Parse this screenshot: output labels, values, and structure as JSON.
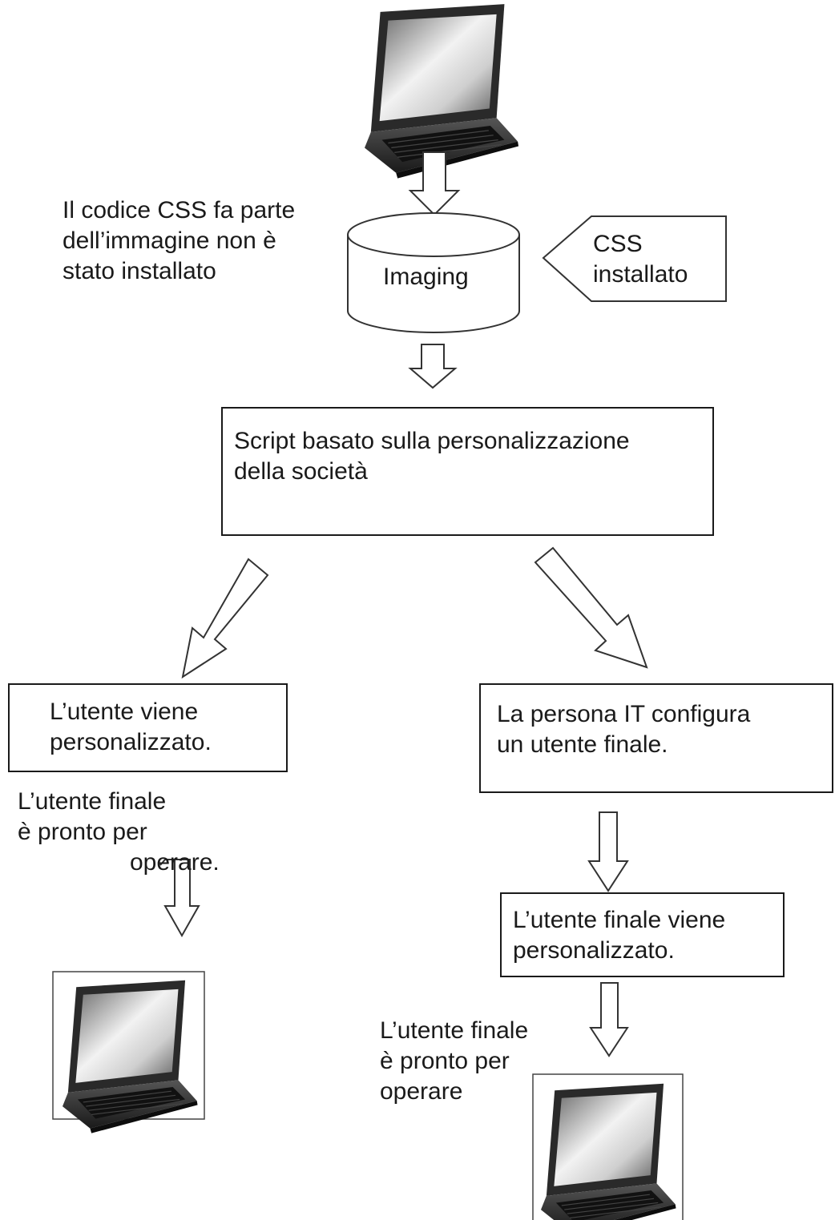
{
  "diagram": {
    "note_css_in_image": [
      "Il codice CSS fa parte",
      "dell’immagine non è",
      "stato installato"
    ],
    "imaging_label": "Imaging",
    "css_installed": [
      "CSS",
      "installato"
    ],
    "script_box": [
      "Script basato sulla personalizzazione",
      "della società"
    ],
    "left_box": [
      "L’utente viene",
      "personalizzato."
    ],
    "left_ready": [
      "L’utente finale",
      "è pronto per",
      "operare."
    ],
    "right_box": [
      "La persona IT configura",
      "un utente finale."
    ],
    "right_box2": [
      "L’utente finale viene",
      "personalizzato."
    ],
    "right_ready": [
      "L’utente finale",
      "è pronto per",
      "operare"
    ]
  },
  "icons": [
    "laptop-icon",
    "database-icon",
    "arrow-down-icon",
    "arrow-diagonal-icon",
    "pentagon-arrow-icon"
  ]
}
